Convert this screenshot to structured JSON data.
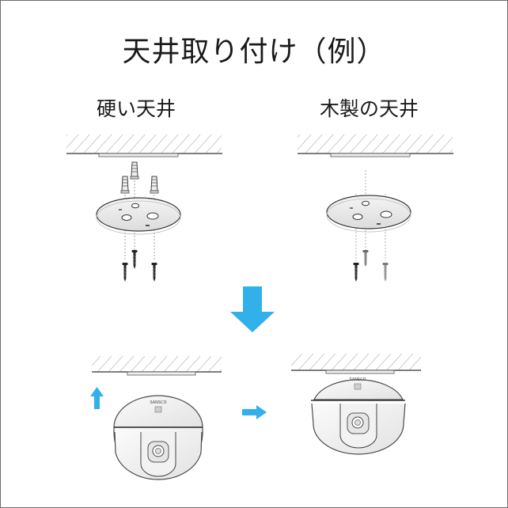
{
  "title": "天井取り付け（例）",
  "left_section": {
    "label": "硬い天井"
  },
  "right_section": {
    "label": "木製の天井"
  },
  "camera": {
    "brand_text": "SANSCO"
  },
  "colors": {
    "arrow": "#31b0ea",
    "line": "#3a3a3a",
    "hatch": "#777777",
    "screw": "#2a2a2a"
  }
}
